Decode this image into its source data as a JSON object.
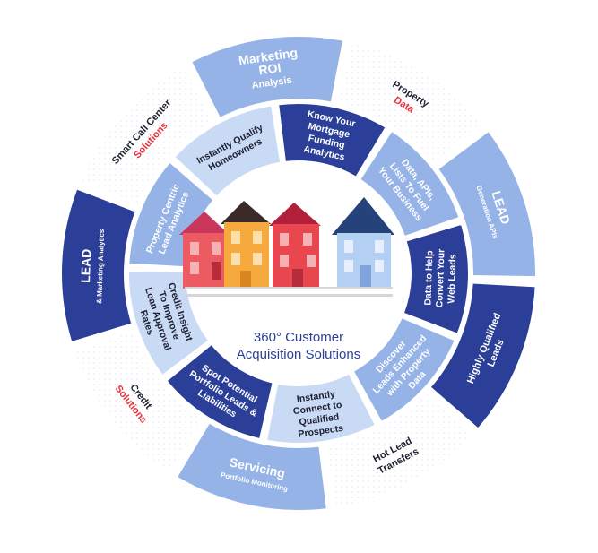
{
  "center": {
    "line1": "360° Customer",
    "line2": "Acquisition Solutions"
  },
  "outer_ring": [
    {
      "lines": [
        "LEAD",
        "& Marketing Analytics"
      ],
      "style": "dark",
      "icon": "magnifier-icon"
    },
    {
      "lines": [
        "Smart Call Center",
        "Solutions"
      ],
      "style": "white"
    },
    {
      "lines": [
        "Marketing",
        "ROI",
        "Analysis"
      ],
      "style": "light"
    },
    {
      "lines": [
        "Property",
        "Data"
      ],
      "style": "white"
    },
    {
      "lines": [
        "LEAD",
        "Generation APIs"
      ],
      "style": "light",
      "icon": "gear-icon"
    },
    {
      "lines": [
        "Highly Qualified",
        "Leads"
      ],
      "style": "dark"
    },
    {
      "lines": [
        "Hot Lead",
        "Transfers"
      ],
      "style": "white",
      "icon": "lead-transfer-icon"
    },
    {
      "lines": [
        "Servicing",
        "Portfolio Monitoring"
      ],
      "style": "light"
    },
    {
      "lines": [
        "Credit",
        "Solutions"
      ],
      "style": "white"
    }
  ],
  "inner_ring": [
    {
      "lines": [
        "Property Centric",
        "Lead Analytics"
      ],
      "style": "light"
    },
    {
      "lines": [
        "Instantly Qualify",
        "Homeowners"
      ],
      "style": "pale"
    },
    {
      "lines": [
        "Know Your",
        "Mortgage",
        "Funding",
        "Analytics"
      ],
      "style": "dark"
    },
    {
      "lines": [
        "Data, APIs,",
        "Lists To Fuel",
        "Your Business"
      ],
      "style": "light"
    },
    {
      "lines": [
        "Data to Help",
        "Convert Your",
        "Web Leads"
      ],
      "style": "dark"
    },
    {
      "lines": [
        "Discover",
        "Leads Enhanced",
        "with Property",
        "Data"
      ],
      "style": "light"
    },
    {
      "lines": [
        "Instantly",
        "Connect to",
        "Qualified",
        "Prospects"
      ],
      "style": "pale"
    },
    {
      "lines": [
        "Spot Potential",
        "Portfolio Leads &",
        "Liabilities"
      ],
      "style": "dark"
    },
    {
      "lines": [
        "Credit Insight",
        "To Improve",
        "Loan Approval",
        "Rates"
      ],
      "style": "pale"
    }
  ],
  "colors": {
    "dark": "#2c3f98",
    "light": "#95b3e6",
    "pale": "#c9daf5",
    "white": "#ffffff",
    "accent_red": "#e8323c",
    "text_dark": "#1d2030",
    "house_red": "#e8505b",
    "house_orange": "#f5a83a",
    "house_blue": "#aac8ef"
  }
}
